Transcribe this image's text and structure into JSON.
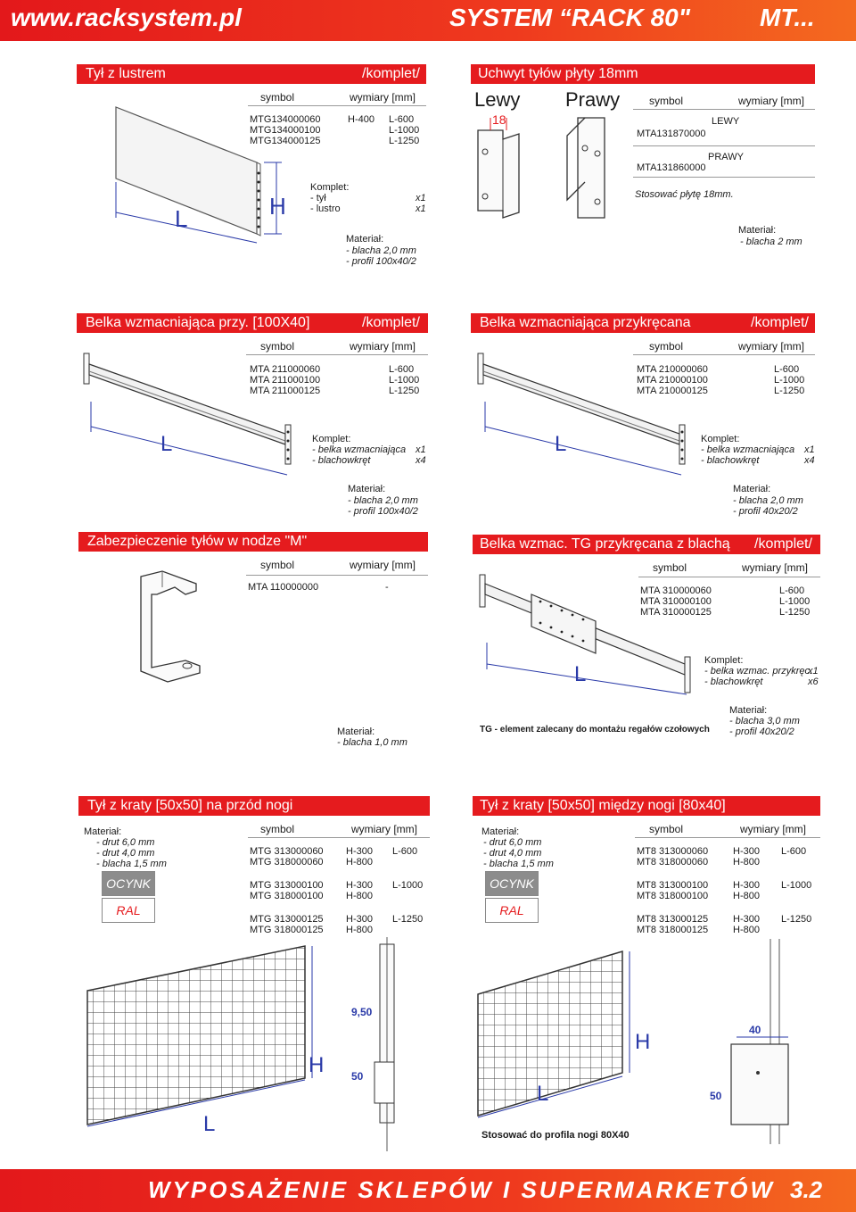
{
  "header": {
    "site": "www.racksystem.pl",
    "system": "SYSTEM “RACK 80\"",
    "code": "MT..."
  },
  "footer": {
    "title": "WYPOSAŻENIE SKLEPÓW I SUPERMARKETÓW",
    "page": "3.2"
  },
  "common": {
    "symbol": "symbol",
    "dims": "wymiary [mm]",
    "komplet_hdr": "/komplet/",
    "komplet": "Komplet:",
    "material": "Materiał:",
    "L": "L",
    "H": "H"
  },
  "s1": {
    "title": "Tył z lustrem",
    "rows": [
      {
        "symbol": "MTG134000060",
        "h": "H-400",
        "l": "L-600"
      },
      {
        "symbol": "MTG134000100",
        "h": "",
        "l": "L-1000"
      },
      {
        "symbol": "MTG134000125",
        "h": "",
        "l": "L-1250"
      }
    ],
    "kit": [
      {
        "name": "- tył",
        "qty": "x1"
      },
      {
        "name": "- lustro",
        "qty": "x1"
      }
    ],
    "materials": [
      "- blacha 2,0 mm",
      "- profil 100x40/2"
    ]
  },
  "s2": {
    "title": "Uchwyt tyłów płyty 18mm",
    "left": "Lewy",
    "right": "Prawy",
    "dim18": "18",
    "rows": [
      {
        "label": "LEWY",
        "symbol": "MTA131870000"
      },
      {
        "label": "PRAWY",
        "symbol": "MTA131860000"
      }
    ],
    "note": "Stosować płytę 18mm.",
    "materials": [
      "- blacha 2 mm"
    ]
  },
  "s3": {
    "title": "Belka wzmacniająca przy. [100X40]",
    "rows": [
      {
        "symbol": "MTA 211000060",
        "l": "L-600"
      },
      {
        "symbol": "MTA 211000100",
        "l": "L-1000"
      },
      {
        "symbol": "MTA 211000125",
        "l": "L-1250"
      }
    ],
    "kit": [
      {
        "name": "- belka wzmacniająca",
        "qty": "x1"
      },
      {
        "name": "- blachowkręt",
        "qty": "x4"
      }
    ],
    "materials": [
      "- blacha 2,0 mm",
      "- profil 100x40/2"
    ]
  },
  "s4": {
    "title": "Belka wzmacniająca przykręcana",
    "rows": [
      {
        "symbol": "MTA 210000060",
        "l": "L-600"
      },
      {
        "symbol": "MTA 210000100",
        "l": "L-1000"
      },
      {
        "symbol": "MTA 210000125",
        "l": "L-1250"
      }
    ],
    "kit": [
      {
        "name": "- belka wzmacniająca",
        "qty": "x1"
      },
      {
        "name": "- blachowkręt",
        "qty": "x4"
      }
    ],
    "materials": [
      "- blacha 2,0 mm",
      "- profil 40x20/2"
    ]
  },
  "s5": {
    "title": "Zabezpieczenie tyłów w nodze \"M\"",
    "rows": [
      {
        "symbol": "MTA 110000000",
        "dim": "-"
      }
    ],
    "materials": [
      "- blacha 1,0 mm"
    ]
  },
  "s6": {
    "title": "Belka wzmac. TG przykręcana z blachą",
    "rows": [
      {
        "symbol": "MTA 310000060",
        "l": "L-600"
      },
      {
        "symbol": "MTA 310000100",
        "l": "L-1000"
      },
      {
        "symbol": "MTA 310000125",
        "l": "L-1250"
      }
    ],
    "kit": [
      {
        "name": "- belka wzmac. przykręc.",
        "qty": "x1"
      },
      {
        "name": "- blachowkręt",
        "qty": "x6"
      }
    ],
    "note": "TG - element zalecany do montażu regałów czołowych",
    "materials": [
      "- blacha 3,0 mm",
      "- profil 40x20/2"
    ]
  },
  "s7": {
    "title": "Tył z kraty [50x50] na przód nogi",
    "materials": [
      "- drut 6,0 mm",
      "- drut 4,0 mm",
      "- blacha 1,5 mm"
    ],
    "btn1": "OCYNK",
    "btn2": "RAL",
    "rows": [
      {
        "symbol": "MTG 313000060",
        "h": "H-300",
        "l": "L-600"
      },
      {
        "symbol": "MTG 318000060",
        "h": "H-800",
        "l": ""
      },
      {
        "symbol": "MTG 313000100",
        "h": "H-300",
        "l": "L-1000"
      },
      {
        "symbol": "MTG 318000100",
        "h": "H-800",
        "l": ""
      },
      {
        "symbol": "MTG 313000125",
        "h": "H-300",
        "l": "L-1250"
      },
      {
        "symbol": "MTG 318000125",
        "h": "H-800",
        "l": ""
      }
    ],
    "dim1": "9,50",
    "dim2": "50"
  },
  "s8": {
    "title": "Tył z kraty [50x50] między nogi [80x40]",
    "materials": [
      "- drut 6,0 mm",
      "- drut 4,0 mm",
      "- blacha 1,5 mm"
    ],
    "btn1": "OCYNK",
    "btn2": "RAL",
    "rows": [
      {
        "symbol": "MT8 313000060",
        "h": "H-300",
        "l": "L-600"
      },
      {
        "symbol": "MT8 318000060",
        "h": "H-800",
        "l": ""
      },
      {
        "symbol": "MT8 313000100",
        "h": "H-300",
        "l": "L-1000"
      },
      {
        "symbol": "MT8 318000100",
        "h": "H-800",
        "l": ""
      },
      {
        "symbol": "MT8 313000125",
        "h": "H-300",
        "l": "L-1250"
      },
      {
        "symbol": "MT8 318000125",
        "h": "H-800",
        "l": ""
      }
    ],
    "dim1": "40",
    "dim2": "50",
    "note": "Stosować do profila nogi 80X40"
  }
}
